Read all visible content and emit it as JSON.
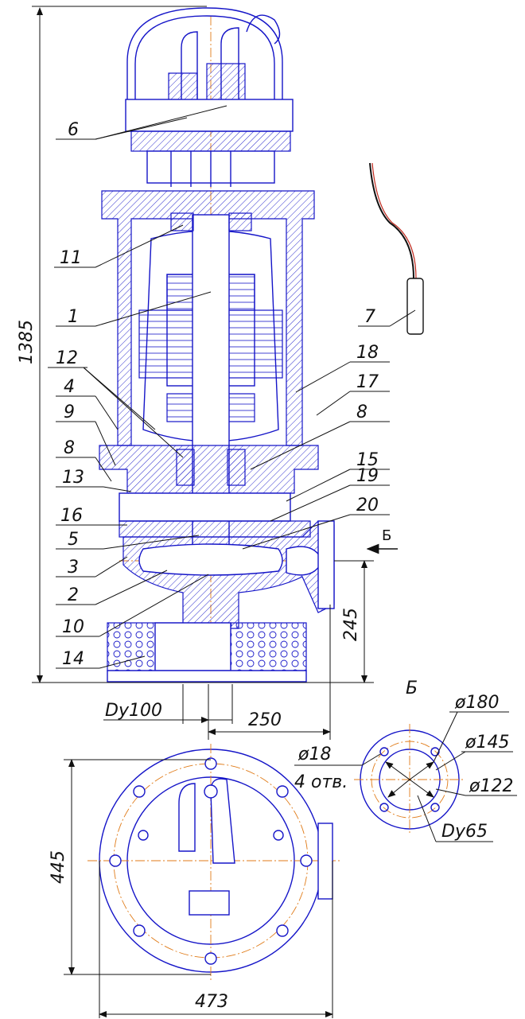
{
  "colors": {
    "outline": "#1515c8",
    "centerline": "#e07b18",
    "dimension": "#111111",
    "cable": "#c0281c"
  },
  "dimensions": {
    "total_height": "1385",
    "outlet_height": "245",
    "inlet": "Dy100",
    "outlet_offset": "250",
    "width": "473",
    "depth": "445"
  },
  "view_b": {
    "marker": "Б",
    "title": "Б",
    "d1": "ø180",
    "d2": "ø145",
    "d3": "ø122",
    "bore": "Dy65",
    "holes": "ø18",
    "holes_note": "4 отв."
  },
  "callouts": {
    "c6": "6",
    "c11": "11",
    "c1": "1",
    "c12": "12",
    "c4": "4",
    "c9": "9",
    "c8a": "8",
    "c13": "13",
    "c16": "16",
    "c5": "5",
    "c3": "3",
    "c2": "2",
    "c10": "10",
    "c14": "14",
    "c7": "7",
    "c18": "18",
    "c17": "17",
    "c8b": "8",
    "c15": "15",
    "c19": "19",
    "c20": "20"
  }
}
